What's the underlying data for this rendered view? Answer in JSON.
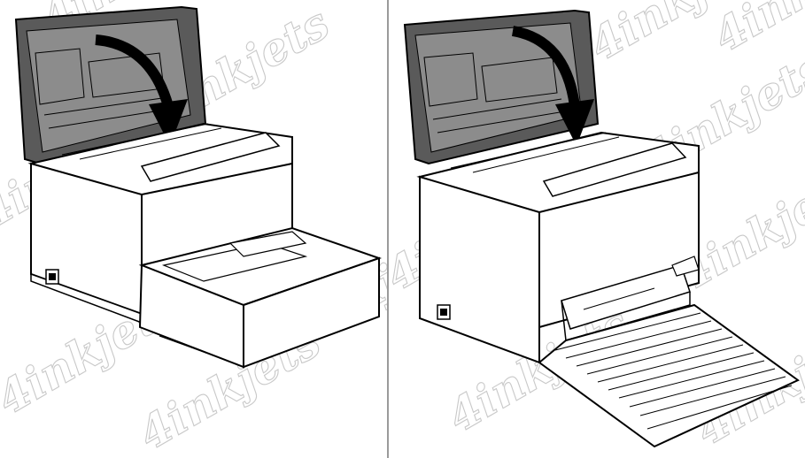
{
  "image": {
    "description_panels": [
      "left",
      "right"
    ],
    "watermark": {
      "text": "4inkjets"
    }
  },
  "colors": {
    "lid_dark": "#5a5a5a",
    "lid_mid": "#8c8c8c",
    "line": "#000000",
    "body": "#ffffff",
    "divider": "#9a9a9a",
    "watermark": "#c9c9c9"
  },
  "icons": {
    "arrow": "curved-arrow-down-icon",
    "latch": "latch-icon"
  }
}
